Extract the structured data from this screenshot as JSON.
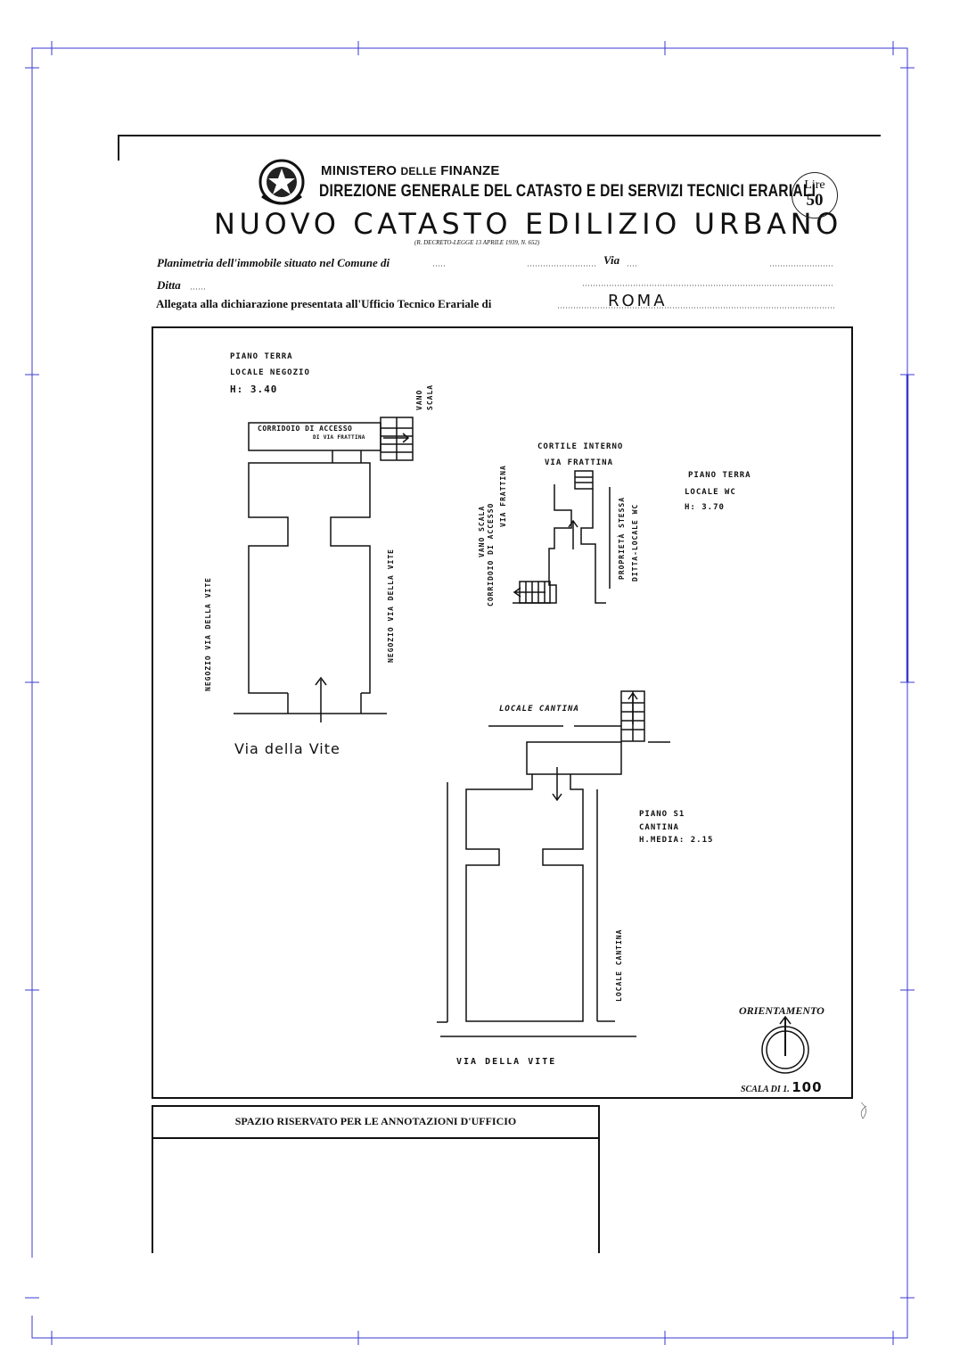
{
  "header": {
    "ministero": "MINISTERO",
    "ministero_delle": "DELLE",
    "ministero_finanze": "FINANZE",
    "direzione": "DIREZIONE GENERALE DEL CATASTO E DEI SERVIZI TECNICI ERARIALI",
    "title": "NUOVO CATASTO EDILIZIO URBANO",
    "decreto": "(R. DECRETO-LEGGE 13 APRILE 1939, N. 652)",
    "stamp_label": "Lire",
    "stamp_value": "50"
  },
  "form": {
    "planimetria_label": "Planimetria dell'immobile situato nel Comune di",
    "via_label": "Via",
    "ditta_label": "Ditta",
    "allegata_label": "Allegata alla dichiarazione presentata all'Ufficio Tecnico Erariale di",
    "ufficio_value": "ROMA"
  },
  "plan_ground_shop": {
    "title": "PIANO TERRA",
    "locale": "LOCALE NEGOZIO",
    "height": "H: 3.40",
    "corridor_l1": "CORRIDOIO DI ACCESSO",
    "corridor_l2": "DI VIA FRATTINA",
    "vano_scala_l1": "VANO",
    "vano_scala_l2": "SCALA",
    "left_side": "NEGOZIO VIA DELLA VITE",
    "right_side": "NEGOZIO VIA DELLA VITE",
    "street": "Via della Vite"
  },
  "plan_ground_wc": {
    "courtyard_l1": "CORTILE INTERNO",
    "courtyard_l2": "VIA FRATTINA",
    "title": "PIANO TERRA",
    "locale": "LOCALE WC",
    "height": "H: 3.70",
    "left_l1": "VANO SCALA",
    "left_l2": "CORRIDOIO DI ACCESSO",
    "left_l3": "VIA FRATTINA",
    "right_l1": "PROPRIETÀ STESSA",
    "right_l2": "DITTA-LOCALE WC"
  },
  "plan_basement": {
    "locale_top": "LOCALE CANTINA",
    "title": "PIANO S1",
    "locale": "CANTINA",
    "height": "H.MEDIA: 2.15",
    "right_side": "LOCALE CANTINA",
    "street": "VIA DELLA VITE"
  },
  "legend": {
    "orientation": "ORIENTAMENTO",
    "scale_label": "SCALA DI 1.",
    "scale_value": "100"
  },
  "annotations": {
    "title": "SPAZIO RISERVATO PER LE ANNOTAZIONI D'UFFICIO"
  }
}
